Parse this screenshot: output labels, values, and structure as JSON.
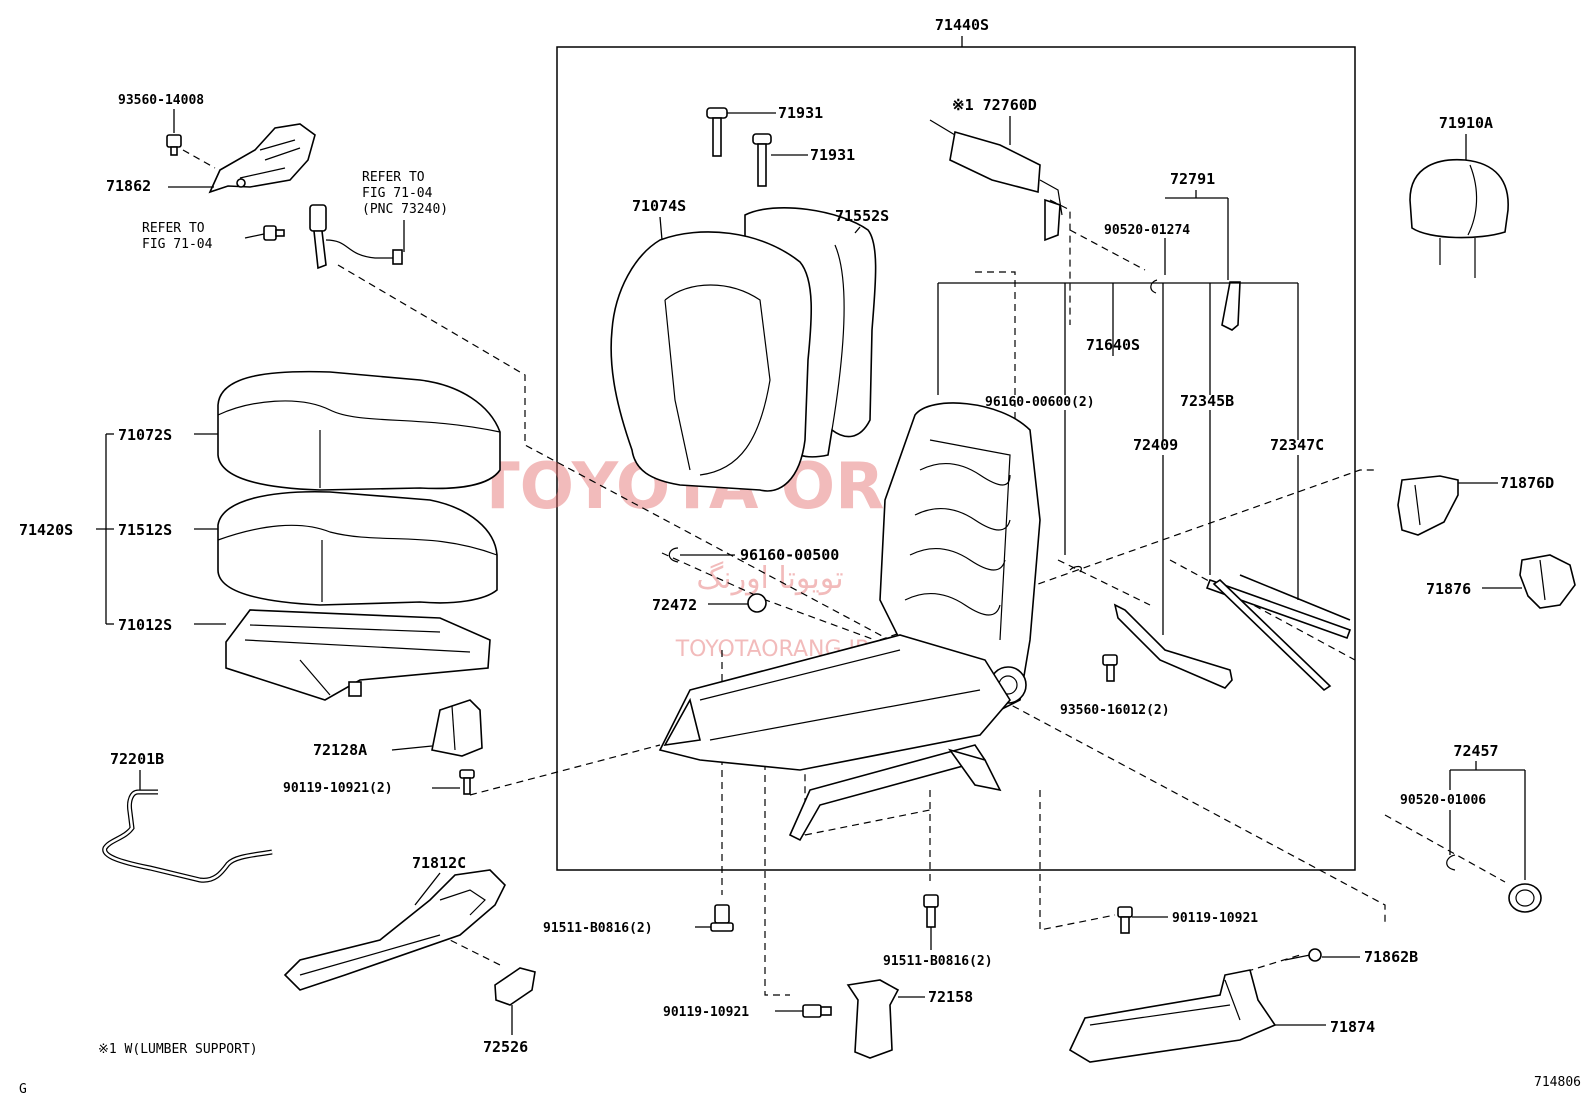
{
  "figure_id": "714806",
  "corner_mark": "G",
  "footnote": "※1 W(LUMBER SUPPORT)",
  "watermark": {
    "brand": "TOYOTA ORANG",
    "persian": "تویوتا اورنگ",
    "site": "TOYOTAORANG.IR"
  },
  "labels": {
    "p71440S": "71440S",
    "p93560_14008": "93560-14008",
    "p71862": "71862",
    "ref_fig_a_line1": "REFER TO",
    "ref_fig_a_line2": "FIG 71-04",
    "ref_fig_a_line3": "(PNC 73240)",
    "ref_fig_b_line1": "REFER TO",
    "ref_fig_b_line2": "FIG 71-04",
    "p71931_a": "71931",
    "p71931_b": "71931",
    "p72760D": "※1 72760D",
    "p72791": "72791",
    "p90520_01274": "90520-01274",
    "p71910A": "71910A",
    "p71074S": "71074S",
    "p71552S": "71552S",
    "p71640S": "71640S",
    "p96160_00600": "96160-00600(2)",
    "p72345B": "72345B",
    "p72409": "72409",
    "p72347C": "72347C",
    "p71876D": "71876D",
    "p71876": "71876",
    "p71072S": "71072S",
    "p71420S": "71420S",
    "p71512S": "71512S",
    "p71012S": "71012S",
    "p96160_00500": "96160-00500",
    "p72472": "72472",
    "p93560_16012": "93560-16012(2)",
    "p72128A": "72128A",
    "p90119_10921_2": "90119-10921(2)",
    "p72201B": "72201B",
    "p72457": "72457",
    "p90520_01006": "90520-01006",
    "p71812C": "71812C",
    "p91511_B0816_a": "91511-B0816(2)",
    "p91511_B0816_b": "91511-B0816(2)",
    "p90119_10921_a": "90119-10921",
    "p90119_10921_b": "90119-10921",
    "p72158": "72158",
    "p71862B": "71862B",
    "p71874": "71874",
    "p72526": "72526"
  }
}
